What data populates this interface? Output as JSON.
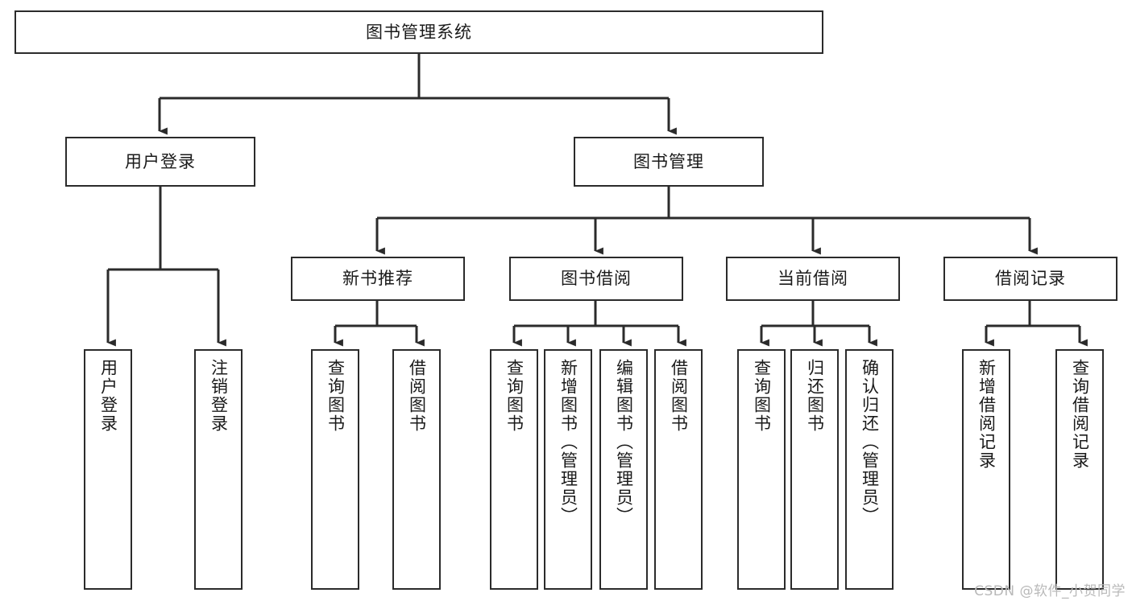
{
  "diagram": {
    "title": "图书管理系统",
    "type": "tree-hierarchy",
    "watermark": "CSDN @软件_小贺同学",
    "colors": {
      "stroke": "#2b2b2b",
      "fill": "#ffffff",
      "text": "#1a1a1a",
      "watermark": "#b9b9b9"
    },
    "nodes": {
      "root": {
        "label": "图书管理系统",
        "orientation": "horizontal"
      },
      "level1": [
        {
          "label": "用户登录",
          "orientation": "horizontal"
        },
        {
          "label": "图书管理",
          "orientation": "horizontal"
        }
      ],
      "level2": [
        {
          "label": "新书推荐",
          "orientation": "horizontal"
        },
        {
          "label": "图书借阅",
          "orientation": "horizontal"
        },
        {
          "label": "当前借阅",
          "orientation": "horizontal"
        },
        {
          "label": "借阅记录",
          "orientation": "horizontal"
        }
      ],
      "leaves": {
        "user_login": [
          {
            "label": "用户登录",
            "orientation": "vertical"
          },
          {
            "label": "注销登录",
            "orientation": "vertical"
          }
        ],
        "new_book_recommend": [
          {
            "label": "查询图书",
            "orientation": "vertical"
          },
          {
            "label": "借阅图书",
            "orientation": "vertical"
          }
        ],
        "book_borrow": [
          {
            "label": "查询图书",
            "orientation": "vertical"
          },
          {
            "label": "新增图书（管理员）",
            "orientation": "vertical"
          },
          {
            "label": "编辑图书（管理员）",
            "orientation": "vertical"
          },
          {
            "label": "借阅图书",
            "orientation": "vertical"
          }
        ],
        "current_borrow": [
          {
            "label": "查询图书",
            "orientation": "vertical"
          },
          {
            "label": "归还图书",
            "orientation": "vertical"
          },
          {
            "label": "确认归还（管理员）",
            "orientation": "vertical"
          }
        ],
        "borrow_record": [
          {
            "label": "新增借阅记录",
            "orientation": "vertical"
          },
          {
            "label": "查询借阅记录",
            "orientation": "vertical"
          }
        ]
      }
    }
  }
}
